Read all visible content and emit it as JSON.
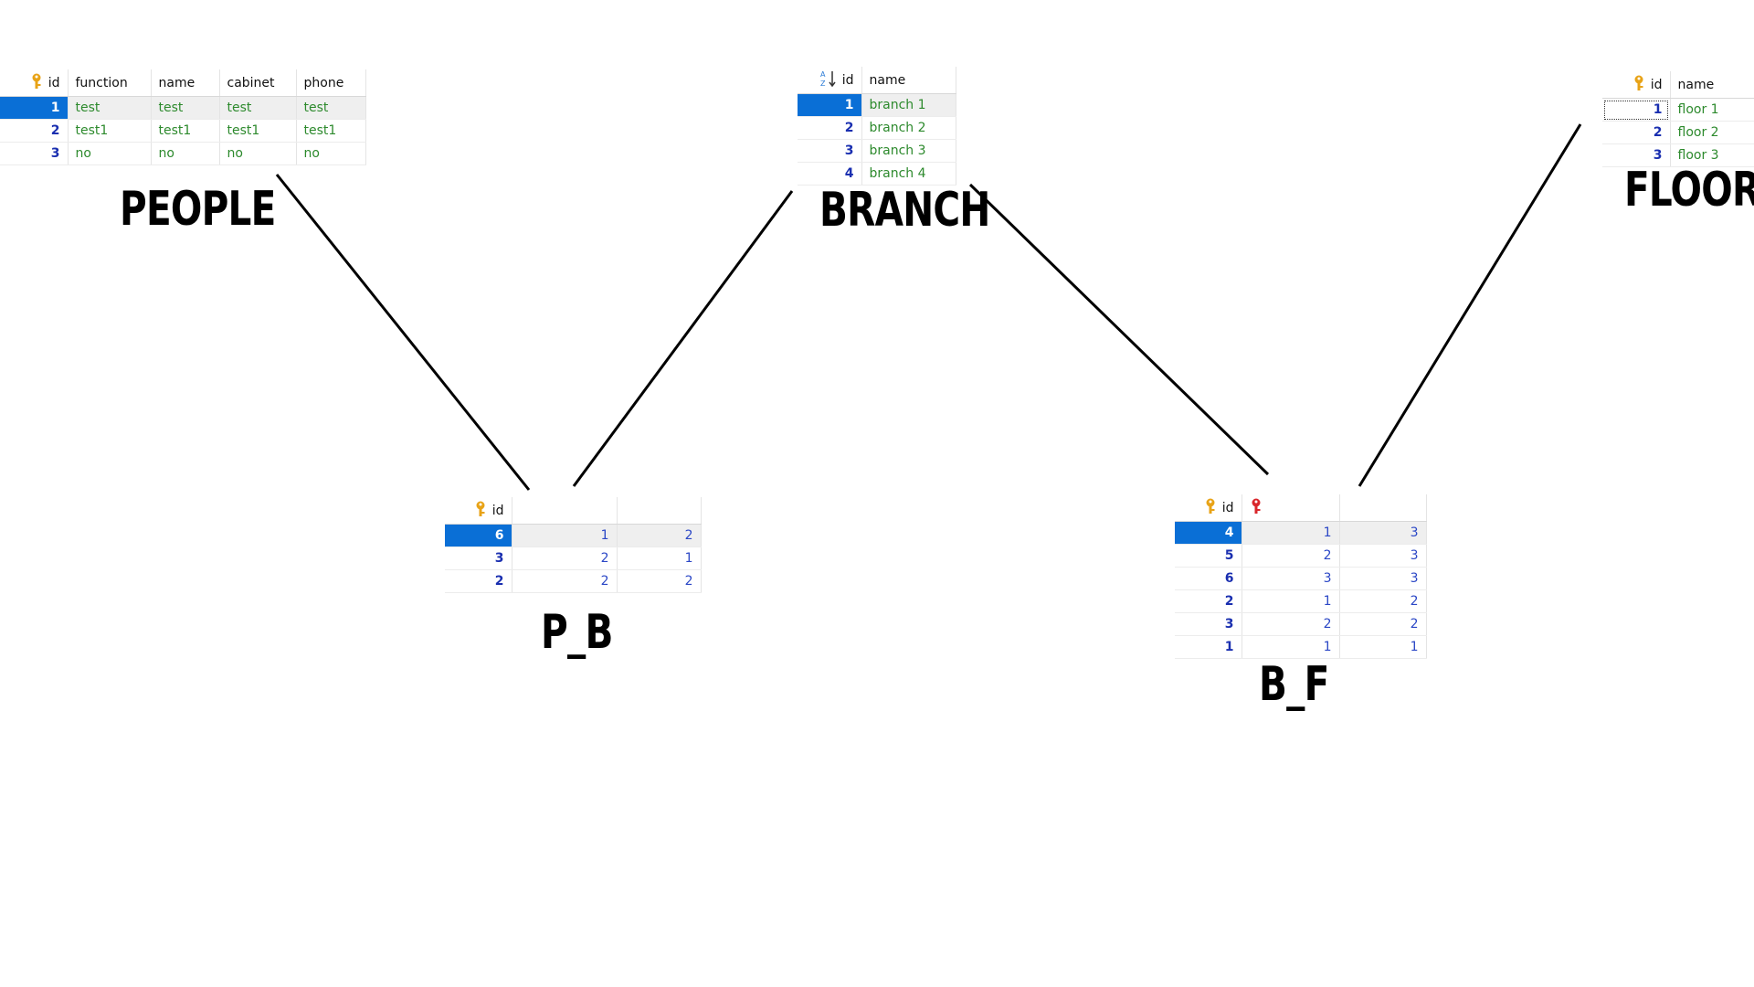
{
  "tables": {
    "people": {
      "label": "PEOPLE",
      "columns": [
        "id",
        "function",
        "name",
        "cabinet",
        "phone"
      ],
      "rows": [
        [
          "1",
          "test",
          "test",
          "test",
          "test"
        ],
        [
          "2",
          "test1",
          "test1",
          "test1",
          "test1"
        ],
        [
          "3",
          "no",
          "no",
          "no",
          "no"
        ]
      ]
    },
    "branch": {
      "label": "BRANCH",
      "columns": [
        "id",
        "name"
      ],
      "rows": [
        [
          "1",
          "branch 1"
        ],
        [
          "2",
          "branch 2"
        ],
        [
          "3",
          "branch 3"
        ],
        [
          "4",
          "branch 4"
        ]
      ]
    },
    "floor": {
      "label": "FLOOR",
      "columns": [
        "id",
        "name"
      ],
      "rows": [
        [
          "1",
          "floor 1"
        ],
        [
          "2",
          "floor 2"
        ],
        [
          "3",
          "floor 3"
        ]
      ]
    },
    "p_b": {
      "label": "P_B",
      "columns": [
        "id",
        "",
        ""
      ],
      "rows": [
        [
          "6",
          "1",
          "2"
        ],
        [
          "3",
          "2",
          "1"
        ],
        [
          "2",
          "2",
          "2"
        ]
      ]
    },
    "b_f": {
      "label": "B_F",
      "columns": [
        "id",
        "",
        ""
      ],
      "rows": [
        [
          "4",
          "1",
          "3"
        ],
        [
          "5",
          "2",
          "3"
        ],
        [
          "6",
          "3",
          "3"
        ],
        [
          "2",
          "1",
          "2"
        ],
        [
          "3",
          "2",
          "2"
        ],
        [
          "1",
          "1",
          "1"
        ]
      ]
    }
  },
  "colors": {
    "selection": "#0a6fd6",
    "id_text": "#1a2fb0",
    "value_text": "#2d8a2d",
    "number_text": "#2b47c6",
    "key_icon": "#e8a317",
    "foreign_key_icon": "#d9262b"
  },
  "icons": {
    "primary_key": "key-icon",
    "foreign_key": "foreign-key-icon",
    "sort": "sort-az-icon"
  }
}
